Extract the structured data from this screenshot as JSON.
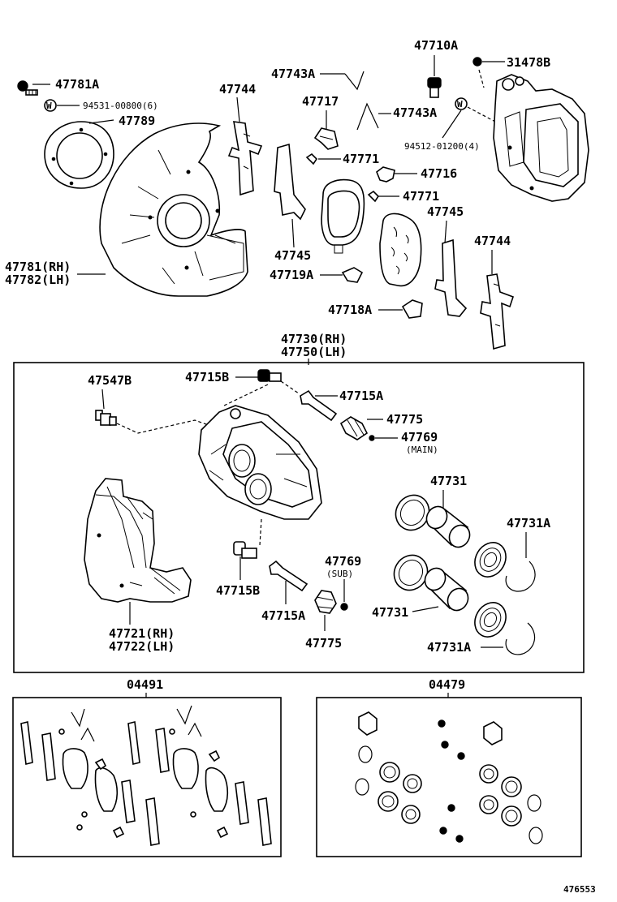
{
  "labels": {
    "p47781A": "47781A",
    "p94531": "94531-00800(6)",
    "p47789": "47789",
    "p47781RH": "47781(RH)",
    "p47782LH": "47782(LH)",
    "p47744a": "47744",
    "p47743A_1": "47743A",
    "p47717": "47717",
    "p47743A_2": "47743A",
    "p47771_1": "47771",
    "p47716": "47716",
    "p47771_2": "47771",
    "p47745a": "47745",
    "p47745b": "47745",
    "p47719A": "47719A",
    "p47718A": "47718A",
    "p47744b": "47744",
    "p47710A": "47710A",
    "p31478B": "31478B",
    "p94512": "94512-01200(4)",
    "p47730RH": "47730(RH)",
    "p47750LH": "47750(LH)",
    "p47547B": "47547B",
    "p47715B_1": "47715B",
    "p47715A_1": "47715A",
    "p47775_1": "47775",
    "p47769_1": "47769",
    "p47769_main": "(MAIN)",
    "p47731_1": "47731",
    "p47731A_1": "47731A",
    "p47715B_2": "47715B",
    "p47769_2": "47769",
    "p47769_sub": "(SUB)",
    "p47715A_2": "47715A",
    "p47775_2": "47775",
    "p47731_2": "47731",
    "p47731A_2": "47731A",
    "p47721RH": "47721(RH)",
    "p47722LH": "47722(LH)",
    "p04491": "04491",
    "p04479": "04479",
    "figno": "476553"
  },
  "icons": {
    "washer_marker": "W"
  }
}
